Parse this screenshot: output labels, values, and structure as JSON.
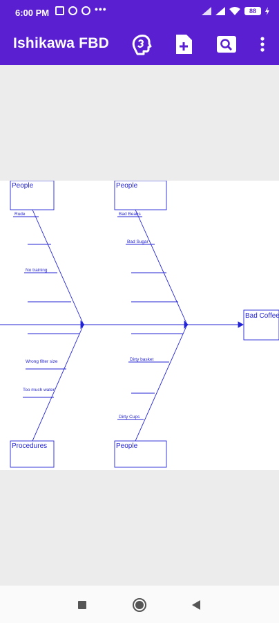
{
  "status_bar": {
    "time": "6:00 PM",
    "left_icons": [
      "message-icon",
      "no-disturb-icon",
      "vpn-icon"
    ],
    "overflow_dots": "•••",
    "right_icons": [
      "signal-icon",
      "signal-icon",
      "wifi-icon"
    ],
    "battery_level": "88"
  },
  "app_bar": {
    "title": "Ishikawa FBD",
    "actions": [
      {
        "name": "ai-head-icon"
      },
      {
        "name": "new-file-icon"
      },
      {
        "name": "search-icon"
      },
      {
        "name": "more-vert-icon"
      }
    ]
  },
  "diagram": {
    "effect_label": "Bad Coffee",
    "categories": [
      {
        "label": "People",
        "causes": [
          "Rude",
          "No training"
        ]
      },
      {
        "label": "People",
        "causes": [
          "Bad Beans",
          "Bad Sugar"
        ]
      },
      {
        "label": "Procedures",
        "causes": [
          "Wrong filter size",
          "Too much water"
        ]
      },
      {
        "label": "People",
        "causes": [
          "Dirty basket",
          "Dirty Cups"
        ]
      }
    ]
  },
  "colors": {
    "primary": "#5a1fd1",
    "diagram_line": "#2323d6",
    "canvas_bg": "#ffffff",
    "screen_bg": "#ececec"
  },
  "nav_bar": {
    "buttons": [
      "recents-icon",
      "home-icon",
      "back-icon"
    ]
  }
}
